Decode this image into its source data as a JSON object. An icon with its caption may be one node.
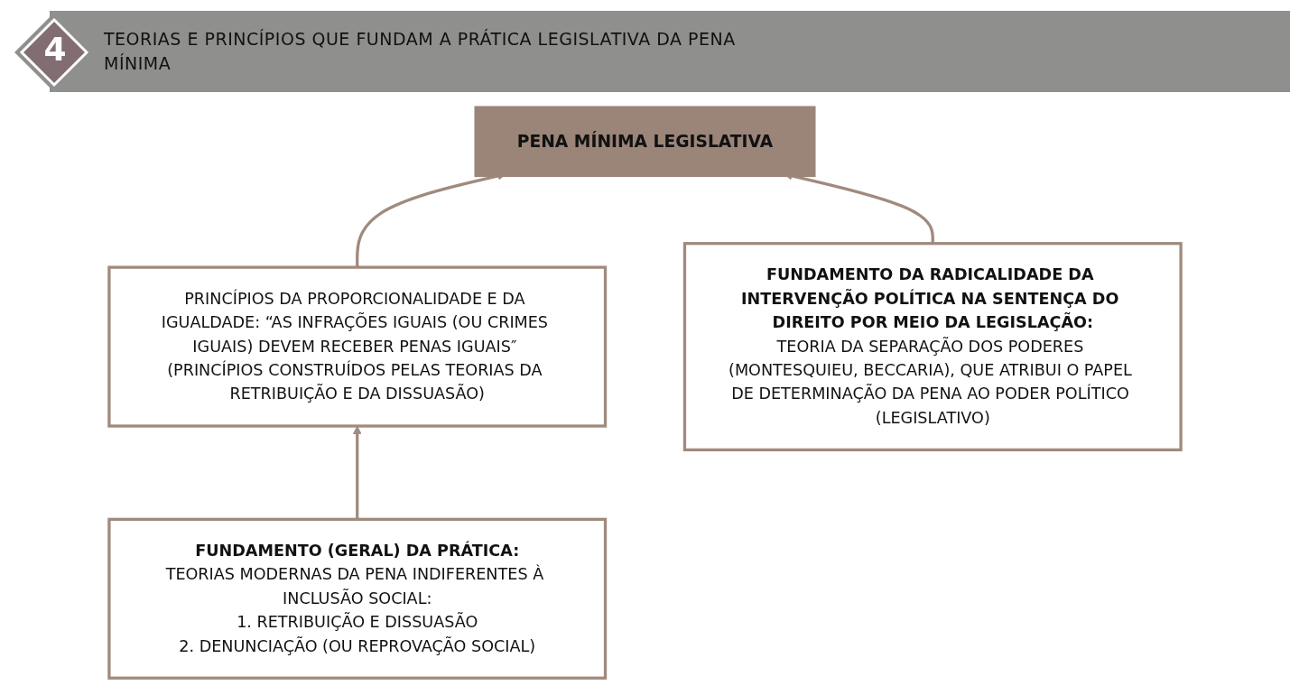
{
  "diagram": {
    "title": "TEORIAS E PRINCÍPIOS QUE FUNDAM A PRÁTICA LEGISLATIVA DA PENA MÍNIMA",
    "nodes": [
      {
        "text": [
          "PENA MÍNIMA LEGISLATIVA"
        ]
      },
      {
        "text": [
          "PRINCÍPIOS DA PROPORCIONALIDADE E DA IGUALDADE: “AS INFRAÇÕES IGUAIS (OU CRIMES IGUAIS) DEVEM RECEBER PENAS IGUAIS″ (PRINCÍPIOS CONSTRUÍDOS PELAS TEORIAS DA RETRIBUIÇÃO E DA DISSUASÃO)"
        ]
      },
      {
        "text": [
          "FUNDAMENTO (GERAL) DA PRÁTICA:",
          "TEORIAS MODERNAS DA PENA INDIFERENTES À INCLUSÃO SOCIAL:",
          "1. RETRIBUIÇÃO E DISSUASÃO",
          "2. DENUNCIAÇÃO (OU REPROVAÇÃO SOCIAL)"
        ]
      },
      {
        "text": [
          "FUNDAMENTO DA RADICALIDADE DA INTERVENÇÃO POLÍTICA NA SENTENÇA DO DIREITO POR MEIO DA LEGISLAÇÃO:",
          "TEORIA DA SEPARAÇÃO DOS PODERES (MONTESQUIEU, BECCARIA), QUE ATRIBUI O PAPEL DE DETERMINAÇÃO DA PENA AO PODER POLÍTICO (LEGISLATIVO)"
        ]
      }
    ],
    "edges": [
      {
        "from": 1,
        "to": 0,
        "arrow": "to"
      },
      {
        "from": 2,
        "to": 1,
        "arrow": "to"
      },
      {
        "from": 3,
        "to": 0,
        "arrow": "to"
      }
    ],
    "labels": [
      "4"
    ]
  }
}
